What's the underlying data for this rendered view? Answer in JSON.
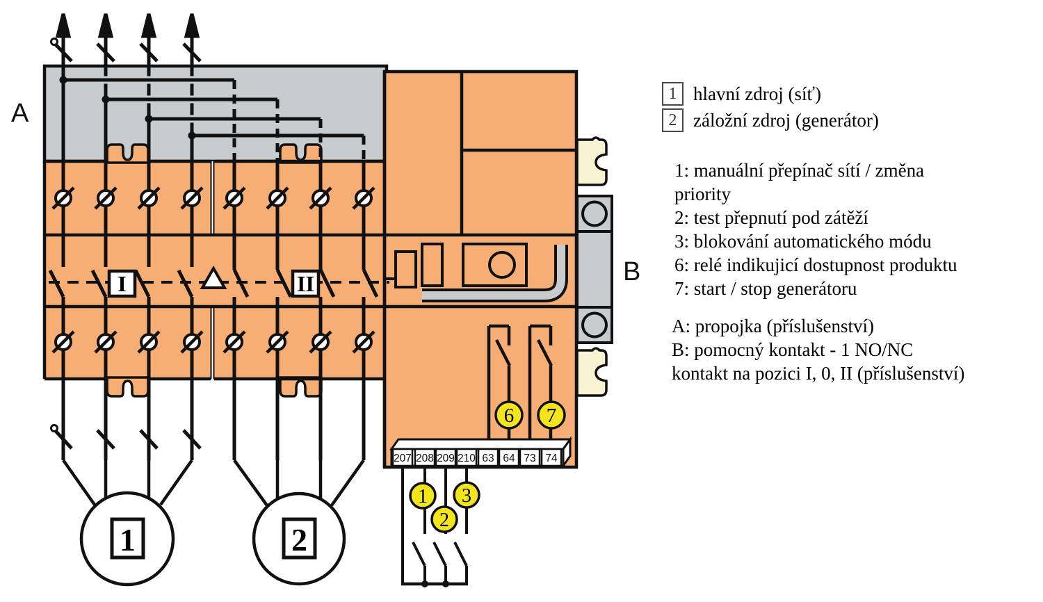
{
  "legend": {
    "source_key": [
      {
        "symbol": "1",
        "label": "hlavní zdroj (síť)"
      },
      {
        "symbol": "2",
        "label": "záložní zdroj (generátor)"
      }
    ],
    "function_lines": [
      "1: manuální přepínač sítí / změna",
      "priority",
      "2: test přepnutí pod zátěží",
      "3: blokování automatického módu",
      "6: relé indikujicí dostupnost produktu",
      "7: start / stop generátoru"
    ],
    "accessory_lines": [
      "A: propojka (příslušenství)",
      "B: pomocný kontakt - 1 NO/NC",
      "kontakt na pozici I, 0, II (příslušenství)"
    ]
  },
  "diagram": {
    "jumper_label": "A",
    "aux_contact_label": "B",
    "position_left": "I",
    "position_right": "II",
    "source_1": "1",
    "source_2": "2",
    "badge_1": "1",
    "badge_2": "2",
    "badge_3": "3",
    "badge_6": "6",
    "badge_7": "7",
    "terminals": [
      "207",
      "208",
      "209",
      "210",
      "63",
      "64",
      "73",
      "74"
    ],
    "colors": {
      "device_orange": "#F6AE74",
      "jumper_gray": "#C8CCCE",
      "accessory_cream": "#F8F4D3",
      "badge_yellow": "#F2E51C",
      "line_black": "#111111"
    }
  }
}
